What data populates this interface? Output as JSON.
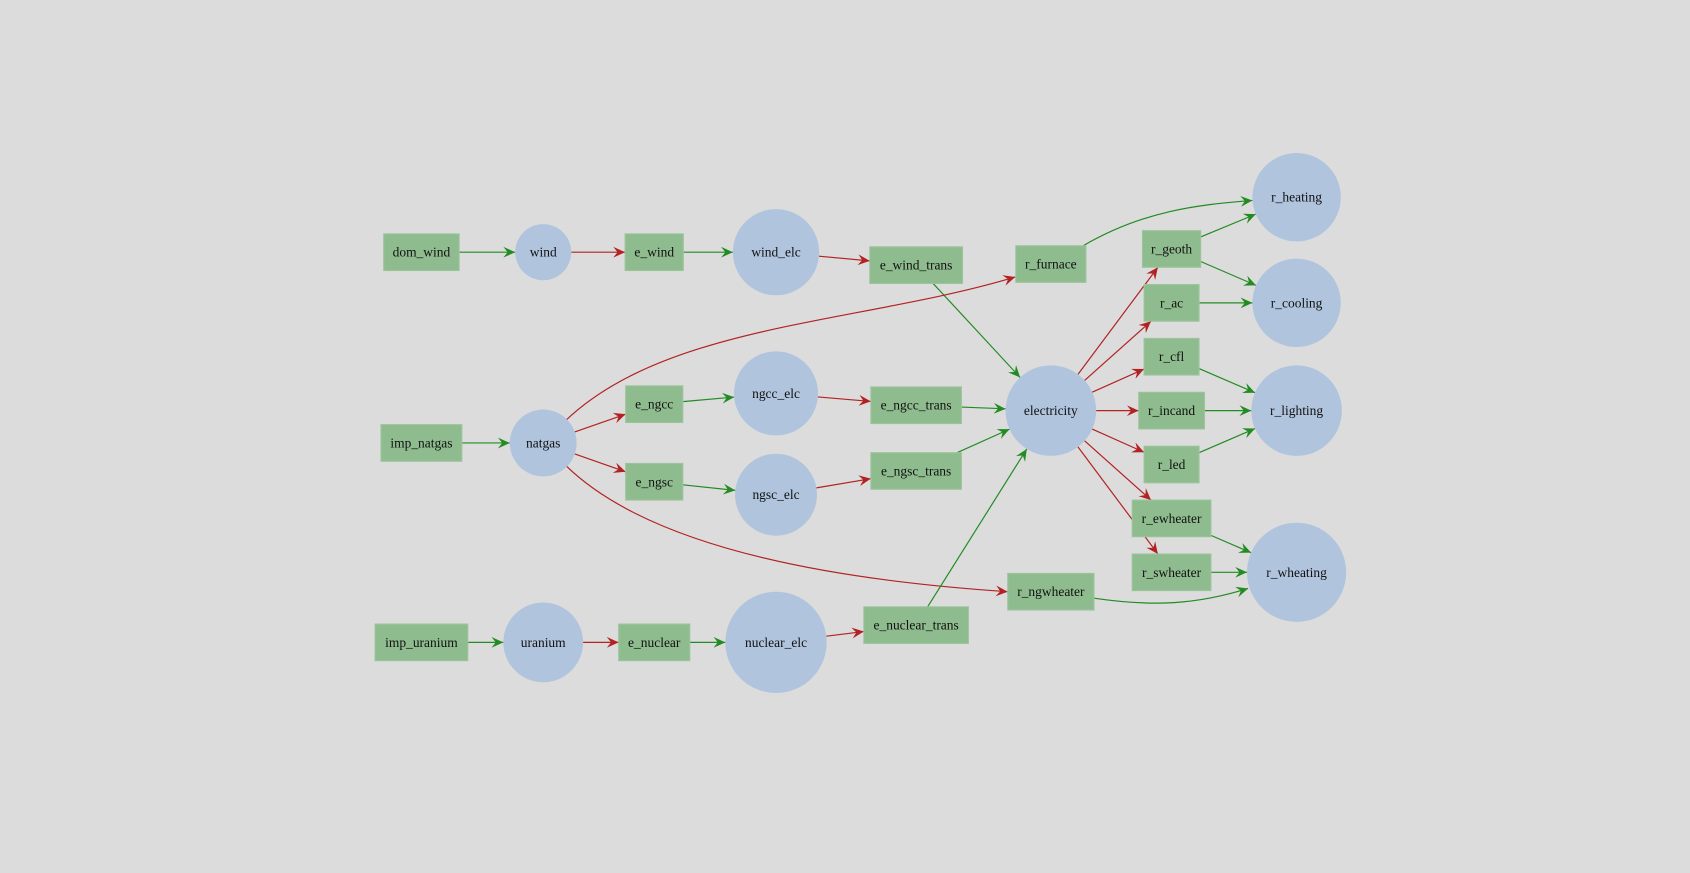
{
  "colors": {
    "background": "#dcdcdc",
    "process_node": "#8fbc8f",
    "commodity_node": "#b0c4de",
    "input_edge": "#228b22",
    "output_edge": "#b22222"
  },
  "nodes": [
    {
      "id": "dom_wind",
      "label": "dom_wind",
      "shape": "box"
    },
    {
      "id": "wind",
      "label": "wind",
      "shape": "circle"
    },
    {
      "id": "e_wind",
      "label": "e_wind",
      "shape": "box"
    },
    {
      "id": "wind_elc",
      "label": "wind_elc",
      "shape": "circle"
    },
    {
      "id": "e_wind_trans",
      "label": "e_wind_trans",
      "shape": "box"
    },
    {
      "id": "r_furnace",
      "label": "r_furnace",
      "shape": "box"
    },
    {
      "id": "imp_natgas",
      "label": "imp_natgas",
      "shape": "box"
    },
    {
      "id": "natgas",
      "label": "natgas",
      "shape": "circle"
    },
    {
      "id": "e_ngcc",
      "label": "e_ngcc",
      "shape": "box"
    },
    {
      "id": "e_ngsc",
      "label": "e_ngsc",
      "shape": "box"
    },
    {
      "id": "ngcc_elc",
      "label": "ngcc_elc",
      "shape": "circle"
    },
    {
      "id": "ngsc_elc",
      "label": "ngsc_elc",
      "shape": "circle"
    },
    {
      "id": "e_ngcc_trans",
      "label": "e_ngcc_trans",
      "shape": "box"
    },
    {
      "id": "e_ngsc_trans",
      "label": "e_ngsc_trans",
      "shape": "box"
    },
    {
      "id": "imp_uranium",
      "label": "imp_uranium",
      "shape": "box"
    },
    {
      "id": "uranium",
      "label": "uranium",
      "shape": "circle"
    },
    {
      "id": "e_nuclear",
      "label": "e_nuclear",
      "shape": "box"
    },
    {
      "id": "nuclear_elc",
      "label": "nuclear_elc",
      "shape": "circle"
    },
    {
      "id": "e_nuclear_trans",
      "label": "e_nuclear_trans",
      "shape": "box"
    },
    {
      "id": "r_ngwheater",
      "label": "r_ngwheater",
      "shape": "box"
    },
    {
      "id": "electricity",
      "label": "electricity",
      "shape": "circle"
    },
    {
      "id": "r_geoth",
      "label": "r_geoth",
      "shape": "box"
    },
    {
      "id": "r_ac",
      "label": "r_ac",
      "shape": "box"
    },
    {
      "id": "r_cfl",
      "label": "r_cfl",
      "shape": "box"
    },
    {
      "id": "r_incand",
      "label": "r_incand",
      "shape": "box"
    },
    {
      "id": "r_led",
      "label": "r_led",
      "shape": "box"
    },
    {
      "id": "r_ewheater",
      "label": "r_ewheater",
      "shape": "box"
    },
    {
      "id": "r_swheater",
      "label": "r_swheater",
      "shape": "box"
    },
    {
      "id": "r_heating",
      "label": "r_heating",
      "shape": "circle"
    },
    {
      "id": "r_cooling",
      "label": "r_cooling",
      "shape": "circle"
    },
    {
      "id": "r_lighting",
      "label": "r_lighting",
      "shape": "circle"
    },
    {
      "id": "r_wheating",
      "label": "r_wheating",
      "shape": "circle"
    }
  ],
  "edges": [
    {
      "from": "dom_wind",
      "to": "wind",
      "kind": "input"
    },
    {
      "from": "wind",
      "to": "e_wind",
      "kind": "output"
    },
    {
      "from": "e_wind",
      "to": "wind_elc",
      "kind": "input"
    },
    {
      "from": "wind_elc",
      "to": "e_wind_trans",
      "kind": "output"
    },
    {
      "from": "e_wind_trans",
      "to": "electricity",
      "kind": "input"
    },
    {
      "from": "imp_natgas",
      "to": "natgas",
      "kind": "input"
    },
    {
      "from": "natgas",
      "to": "e_ngcc",
      "kind": "output"
    },
    {
      "from": "natgas",
      "to": "e_ngsc",
      "kind": "output"
    },
    {
      "from": "natgas",
      "to": "r_furnace",
      "kind": "output"
    },
    {
      "from": "natgas",
      "to": "r_ngwheater",
      "kind": "output"
    },
    {
      "from": "e_ngcc",
      "to": "ngcc_elc",
      "kind": "input"
    },
    {
      "from": "e_ngsc",
      "to": "ngsc_elc",
      "kind": "input"
    },
    {
      "from": "ngcc_elc",
      "to": "e_ngcc_trans",
      "kind": "output"
    },
    {
      "from": "ngsc_elc",
      "to": "e_ngsc_trans",
      "kind": "output"
    },
    {
      "from": "e_ngcc_trans",
      "to": "electricity",
      "kind": "input"
    },
    {
      "from": "e_ngsc_trans",
      "to": "electricity",
      "kind": "input"
    },
    {
      "from": "imp_uranium",
      "to": "uranium",
      "kind": "input"
    },
    {
      "from": "uranium",
      "to": "e_nuclear",
      "kind": "output"
    },
    {
      "from": "e_nuclear",
      "to": "nuclear_elc",
      "kind": "input"
    },
    {
      "from": "nuclear_elc",
      "to": "e_nuclear_trans",
      "kind": "output"
    },
    {
      "from": "e_nuclear_trans",
      "to": "electricity",
      "kind": "input"
    },
    {
      "from": "electricity",
      "to": "r_geoth",
      "kind": "output"
    },
    {
      "from": "electricity",
      "to": "r_ac",
      "kind": "output"
    },
    {
      "from": "electricity",
      "to": "r_cfl",
      "kind": "output"
    },
    {
      "from": "electricity",
      "to": "r_incand",
      "kind": "output"
    },
    {
      "from": "electricity",
      "to": "r_led",
      "kind": "output"
    },
    {
      "from": "electricity",
      "to": "r_ewheater",
      "kind": "output"
    },
    {
      "from": "electricity",
      "to": "r_swheater",
      "kind": "output"
    },
    {
      "from": "r_furnace",
      "to": "r_heating",
      "kind": "input"
    },
    {
      "from": "r_geoth",
      "to": "r_heating",
      "kind": "input"
    },
    {
      "from": "r_geoth",
      "to": "r_cooling",
      "kind": "input"
    },
    {
      "from": "r_ac",
      "to": "r_cooling",
      "kind": "input"
    },
    {
      "from": "r_cfl",
      "to": "r_lighting",
      "kind": "input"
    },
    {
      "from": "r_incand",
      "to": "r_lighting",
      "kind": "input"
    },
    {
      "from": "r_led",
      "to": "r_lighting",
      "kind": "input"
    },
    {
      "from": "r_ewheater",
      "to": "r_wheating",
      "kind": "input"
    },
    {
      "from": "r_swheater",
      "to": "r_wheating",
      "kind": "input"
    },
    {
      "from": "r_ngwheater",
      "to": "r_wheating",
      "kind": "input"
    }
  ]
}
